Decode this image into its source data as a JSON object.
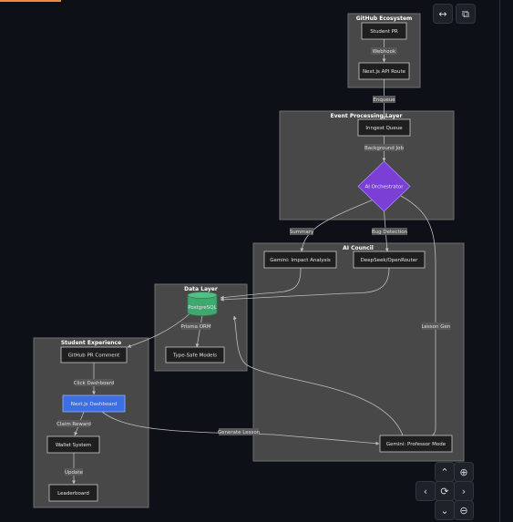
{
  "clusters": {
    "github": "GitHub Ecosystem",
    "event": "Event Processing Layer",
    "ai": "AI Council",
    "data": "Data Layer",
    "student": "Student Experience"
  },
  "nodes": {
    "student_pr": "Student PR",
    "api_route": "Next.js API Route",
    "inngest": "Inngest Queue",
    "orchestrator": "AI Orchestrator",
    "gemini_impact": "Gemini: Impact Analysis",
    "deepseek": "DeepSeek/OpenRouter",
    "postgres": "PostgreSQL",
    "type_safe": "Type-Safe Models",
    "gh_comment": "GitHub PR Comment",
    "dashboard": "Next.js Dashboard",
    "wallet": "Wallet System",
    "leaderboard": "Leaderboard",
    "professor": "Gemini: Professor Mode"
  },
  "edges": {
    "webhook": "Webhook",
    "enqueue": "Enqueue",
    "background_job": "Background Job",
    "summary": "Summary",
    "bug_detection": "Bug Detection",
    "lesson_gen": "Lesson Gen",
    "prisma_orm": "Prisma ORM",
    "click_dashboard": "Click Dashboard",
    "claim_reward": "Claim Reward",
    "update": "Update",
    "generate_lesson": "Generate Lesson"
  },
  "colors": {
    "background": "#0d1117",
    "cluster_fill": "#484848",
    "orchestrator": "#7b3fd6",
    "postgres": "#3fa86f",
    "dashboard": "#3d6fe0",
    "accent": "#f0883e"
  },
  "controls": {
    "expand_icon": "↔",
    "copy_icon": "⧉",
    "up_icon": "⌃",
    "down_icon": "⌄",
    "left_icon": "‹",
    "right_icon": "›",
    "reset_icon": "⟳",
    "zoom_in_icon": "⊕",
    "zoom_out_icon": "⊖"
  }
}
